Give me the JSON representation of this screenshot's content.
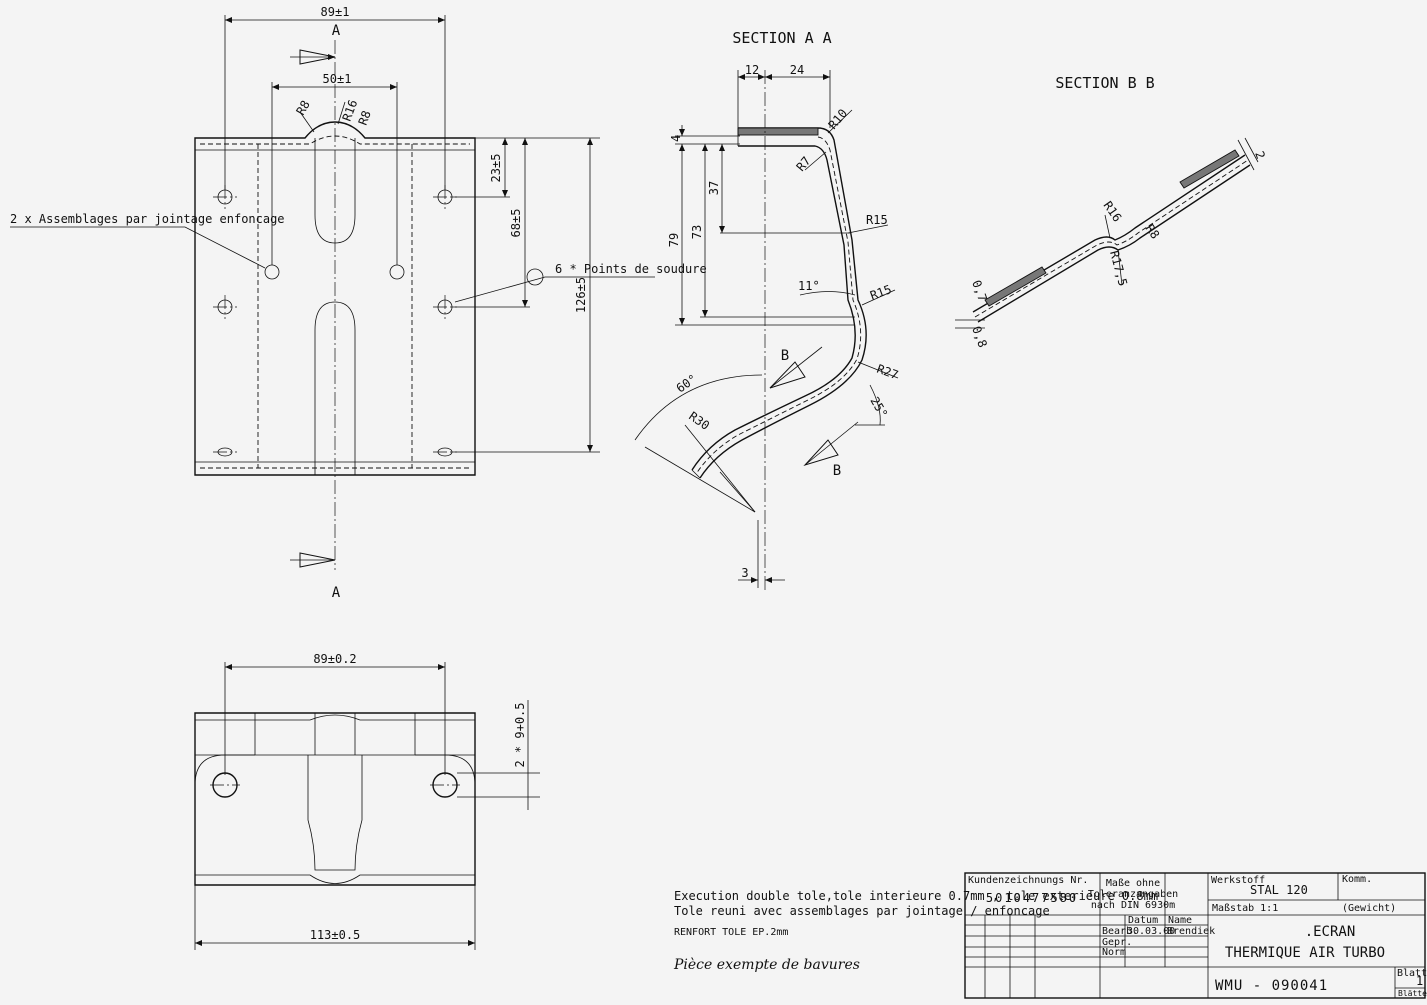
{
  "views": {
    "top": {
      "width_dim": "89±1",
      "inner_dim": "50±1",
      "r_left": "R8",
      "r_mid": "R16",
      "r_right": "R8",
      "dim_23": "23±5",
      "dim_68": "68±5",
      "dim_126": "126±5",
      "section_mark": "A",
      "note_assembly": "2 x Assemblages par jointage enfoncage",
      "note_weld": "6 * Points de soudure"
    },
    "bottom": {
      "width_dim": "89±0.2",
      "overall_dim": "113±0.5",
      "hole_dim": "2 * 9+0.5"
    },
    "section_aa": {
      "title": "SECTION  A A",
      "d12": "12",
      "d24": "24",
      "r10": "R10",
      "r7": "R7",
      "d4": "4",
      "d37": "37",
      "d73": "73",
      "d79": "79",
      "r15a": "R15",
      "r15b": "R15",
      "a11": "11°",
      "a60": "60°",
      "r30": "R30",
      "r27": "R27",
      "a25": "25°",
      "d3": "3",
      "mark_b": "B"
    },
    "section_bb": {
      "title": "SECTION  B B",
      "r16": "R16",
      "r8": "R8",
      "r175": "R17,5",
      "d07": "0,7",
      "d08": "0,8",
      "d2": "2"
    }
  },
  "notes": {
    "line1": "Execution double tole,tole interieure 0.7mm , tole exterieure 0.8mm",
    "line2": "Tole reuni avec assemblages par jointage / enfoncage",
    "line3": "RENFORT TOLE EP.2mm",
    "handwritten": "Pièce exempte de bavures"
  },
  "title_block": {
    "customer_drawing_label": "Kundenzeichnungs Nr.",
    "customer_drawing_no": "5010477580",
    "tol_line1": "Maße ohne",
    "tol_line2": "Toleranzangaben",
    "tol_line3": "nach DIN 6930m",
    "col_datum": "Datum",
    "col_name": "Name",
    "row_bearb": "Bearb.",
    "row_gepr": "Gepr.",
    "row_norm": "Norm",
    "bearb_date": "30.03.00",
    "bearb_name": "Brendiek",
    "material_label": "Werkstoff",
    "material": "STAL 120",
    "komm_label": "Komm.",
    "scale": "Maßstab 1:1",
    "weight": "(Gewicht)",
    "title1": ".ECRAN",
    "title2": "THERMIQUE AIR TURBO",
    "drawing_no": "WMU - 090041",
    "sheet_label": "Blatt",
    "sheet_no": "1",
    "sheets_label": "Blätter"
  }
}
